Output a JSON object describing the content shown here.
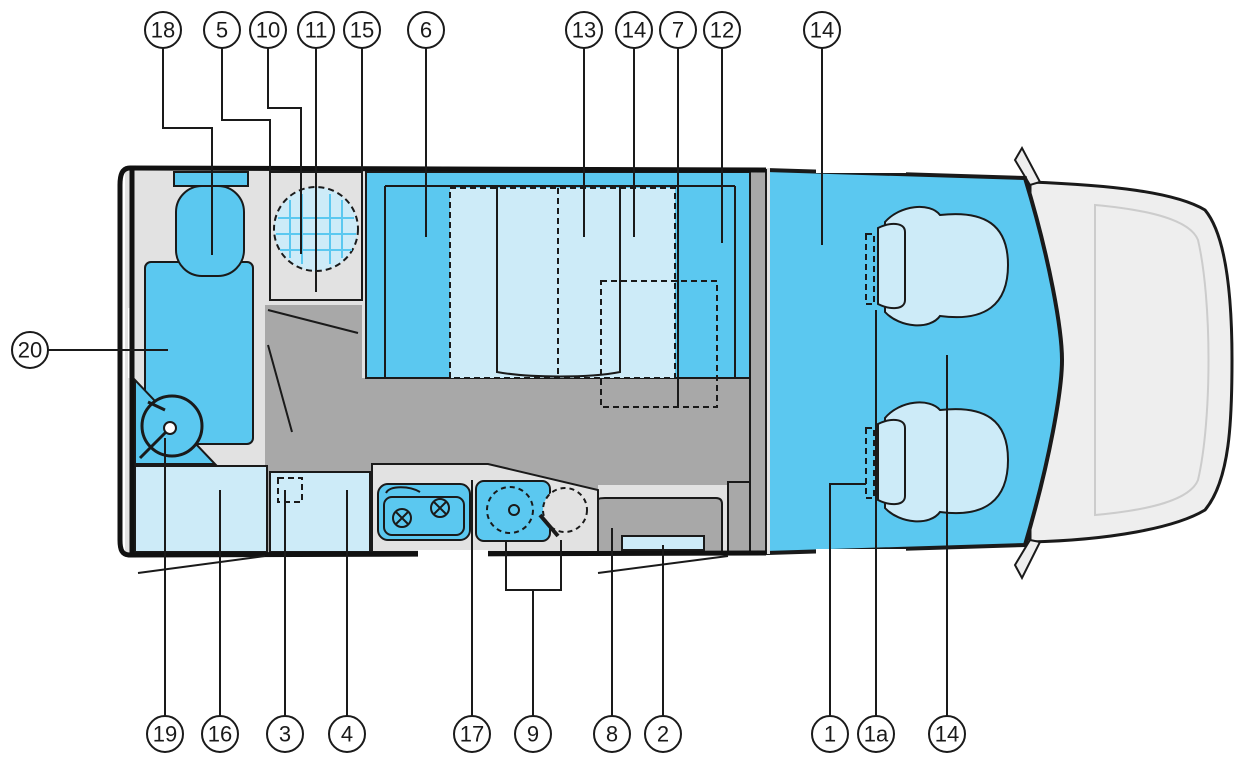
{
  "colors": {
    "blue": "#5bc8f0",
    "light_blue": "#cdebf8",
    "floor_gray": "#a8a8a8",
    "wall_gray": "#e2e2e2",
    "cab_gray": "#eeeeee",
    "outline": "#1a1a1a"
  },
  "callouts": {
    "c18": "18",
    "c5": "5",
    "c10": "10",
    "c11": "11",
    "c15": "15",
    "c6": "6",
    "c13": "13",
    "c14a": "14",
    "c7": "7",
    "c12": "12",
    "c14b": "14",
    "c20": "20",
    "c19": "19",
    "c16": "16",
    "c3": "3",
    "c4": "4",
    "c17": "17",
    "c9": "9",
    "c8": "8",
    "c2": "2",
    "c1": "1",
    "c1a": "1a",
    "c14c": "14"
  },
  "icons": {
    "toilet": "toilet-icon",
    "shower": "shower-drain-icon",
    "burner": "gas-burner-icon",
    "sink": "sink-icon",
    "seat": "cab-seat-icon"
  }
}
